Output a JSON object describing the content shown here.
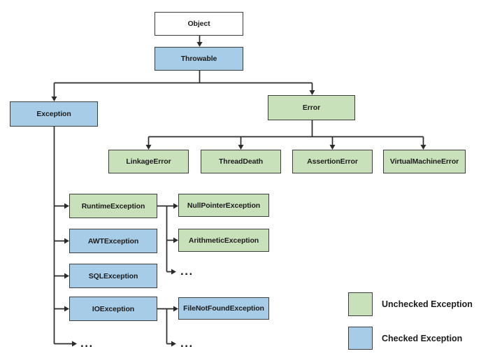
{
  "diagram": {
    "nodes": {
      "object": {
        "label": "Object",
        "type": "root"
      },
      "throwable": {
        "label": "Throwable",
        "type": "checked"
      },
      "exception": {
        "label": "Exception",
        "type": "checked"
      },
      "error": {
        "label": "Error",
        "type": "unchecked"
      },
      "linkage_error": {
        "label": "LinkageError",
        "type": "unchecked"
      },
      "thread_death": {
        "label": "ThreadDeath",
        "type": "unchecked"
      },
      "assertion_error": {
        "label": "AssertionError",
        "type": "unchecked"
      },
      "virtual_machine_error": {
        "label": "VirtualMachineError",
        "type": "unchecked"
      },
      "runtime_exception": {
        "label": "RuntimeException",
        "type": "unchecked"
      },
      "awt_exception": {
        "label": "AWTException",
        "type": "checked"
      },
      "sql_exception": {
        "label": "SQLException",
        "type": "checked"
      },
      "io_exception": {
        "label": "IOException",
        "type": "checked"
      },
      "null_pointer_exception": {
        "label": "NullPointerException",
        "type": "unchecked"
      },
      "arithmetic_exception": {
        "label": "ArithmeticException",
        "type": "unchecked"
      },
      "file_not_found_exception": {
        "label": "FileNotFoundException",
        "type": "checked"
      }
    },
    "edges": [
      {
        "from": "Object",
        "to": "Throwable"
      },
      {
        "from": "Throwable",
        "to": "Exception"
      },
      {
        "from": "Throwable",
        "to": "Error"
      },
      {
        "from": "Error",
        "to": "LinkageError"
      },
      {
        "from": "Error",
        "to": "ThreadDeath"
      },
      {
        "from": "Error",
        "to": "AssertionError"
      },
      {
        "from": "Error",
        "to": "VirtualMachineError"
      },
      {
        "from": "Exception",
        "to": "RuntimeException"
      },
      {
        "from": "Exception",
        "to": "AWTException"
      },
      {
        "from": "Exception",
        "to": "SQLException"
      },
      {
        "from": "Exception",
        "to": "IOException"
      },
      {
        "from": "Exception",
        "to": "..."
      },
      {
        "from": "RuntimeException",
        "to": "NullPointerException"
      },
      {
        "from": "RuntimeException",
        "to": "ArithmeticException"
      },
      {
        "from": "RuntimeException",
        "to": "..."
      },
      {
        "from": "IOException",
        "to": "FileNotFoundException"
      },
      {
        "from": "IOException",
        "to": "..."
      }
    ],
    "ellipsis": "...",
    "legend": {
      "unchecked": {
        "label": "Unchecked Exception",
        "color": "#C9E1BA"
      },
      "checked": {
        "label": "Checked Exception",
        "color": "#A6CCE8"
      }
    },
    "colors": {
      "unchecked_fill": "#C9E1BA",
      "checked_fill": "#A6CCE8",
      "root_fill": "#FFFFFF",
      "line": "#2b2b2b",
      "border": "#3d3d3d",
      "background": "#FFFFFF"
    }
  }
}
